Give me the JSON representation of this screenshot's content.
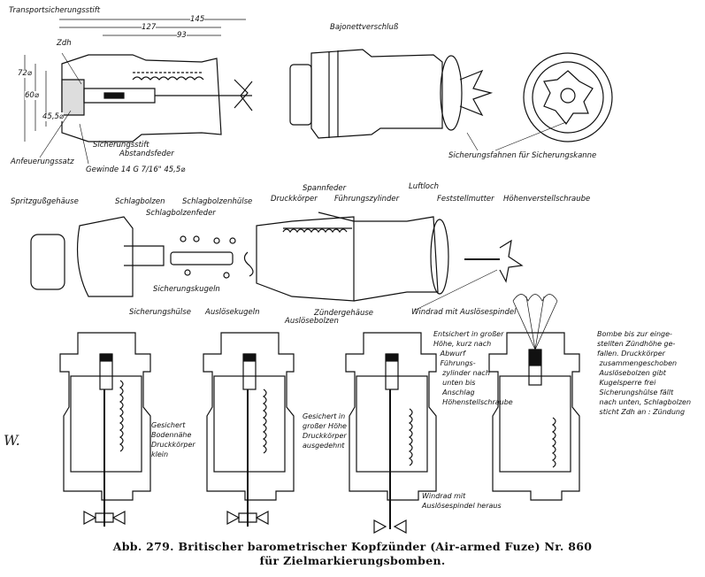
{
  "top_section": {
    "section_label": "Transportsicherungsstift",
    "dimensions": [
      "145",
      "127",
      "93"
    ],
    "diameters": [
      "72⌀",
      "60⌀",
      "45,5⌀"
    ],
    "zdh": "Zdh",
    "sicherungsstift": "Sicherungsstift",
    "abstandsfeder": "Abstandsfeder",
    "anfeuerungssatz": "Anfeuerungssatz",
    "gewinde": "Gewinde 14 G 7/16\"  45,5⌀",
    "bajonett": "Bajonettverschluß",
    "sicherungsfahnen": "Sicherungsfahnen für Sicherungskanne"
  },
  "exploded_view": {
    "labels": {
      "spritzguss": "Spritzgußgehäuse",
      "schlagbolzen": "Schlagbolzen",
      "schlagbolzenhuelse": "Schlagbolzenhülse",
      "schlagbolzenfeder": "Schlagbolzenfeder",
      "druckkoerper": "Druckkörper",
      "spannfeder": "Spannfeder",
      "fuehrungszylinder": "Führungszylinder",
      "luftloch": "Luftloch",
      "feststellmutter": "Feststellmutter",
      "hoehenverstellschraube": "Höhenverstellschraube",
      "sicherungskugeln": "Sicherungskugeln",
      "sicherungshuelse": "Sicherungshülse",
      "ausloesekugeln": "Auslösekugeln",
      "zuendergehaeuse": "Zündergehäuse",
      "ausloesebolzen": "Auslösebolzen",
      "windrad": "Windrad mit Auslösespindel"
    }
  },
  "stages": [
    {
      "note": "Gesichert\nBodennähe\nDruckkörper\nklein"
    },
    {
      "note": "Gesichert in\ngroßer Höhe\nDruckkörper\nausgedehnt"
    },
    {
      "note": "Entsichert in großer\nHöhe, kurz nach\n   Abwurf\n   Führungs-\n    zylinder nach\n    unten bis\n    Anschlag\n    Höhenstellschraube",
      "note2": "Windrad mit\nAuslösespindel heraus"
    },
    {
      "note": "Bombe bis zur einge-\nstellten Zündhöhe ge-\nfallen. Druckkörper\n zusammengeschoben\n Auslösebolzen gibt\n Kugelsperre frei\n Sicherungshülse fällt\n nach unten, Schlagbolzen\n sticht Zdh an : Zündung"
    }
  ],
  "signature": "W.",
  "caption": {
    "line1": "Abb. 279.  Britischer barometrischer Kopfzünder (Air-armed Fuze) Nr. 860",
    "line2": "für Zielmarkierungsbomben."
  },
  "colors": {
    "ink": "#111111",
    "paper": "#ffffff"
  }
}
